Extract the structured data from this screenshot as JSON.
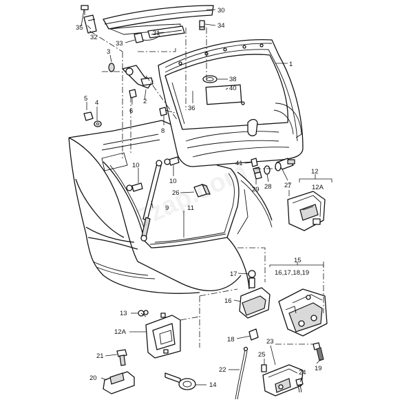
{
  "diagram": {
    "title": "Tailgate exploded parts diagram",
    "callouts": {
      "c1": "1",
      "c2": "2",
      "c3": "3",
      "c4": "4",
      "c5": "5",
      "c6": "6",
      "c8": "8",
      "c9": "9",
      "c10a": "10",
      "c10b": "10",
      "c11": "11",
      "c12": "12",
      "c12A_top": "12A",
      "c12A_bottom": "12A",
      "c13": "13",
      "c14": "14",
      "c15": "15",
      "c15_group": "16,17,18,19",
      "c16": "16",
      "c17": "17",
      "c18": "18",
      "c19": "19",
      "c20": "20",
      "c21": "21",
      "c22": "22",
      "c23": "23",
      "c24": "24",
      "c25": "25",
      "c26": "26",
      "c27": "27",
      "c28": "28",
      "c29": "29",
      "c30": "30",
      "c31": "31",
      "c32": "32",
      "c33": "33",
      "c34": "34",
      "c35": "35",
      "c36": "36",
      "c38": "38",
      "c40": "40",
      "c41": "41"
    },
    "watermark": "7zap.com"
  }
}
